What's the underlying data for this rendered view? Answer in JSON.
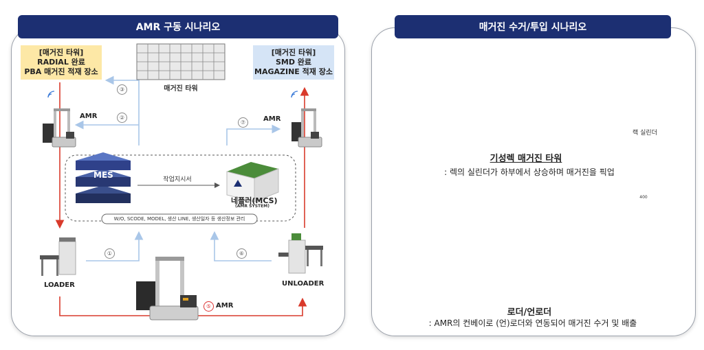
{
  "left_panel": {
    "title": "AMR 구동 시나리오",
    "note_left": {
      "lines": [
        "[매거진 타워]",
        "RADIAL 완료",
        "PBA 매거진 적재 장소"
      ]
    },
    "note_right": {
      "lines": [
        "[매거진 타워]",
        "SMD 완료",
        "MAGAZINE 적재 장소"
      ]
    },
    "tower_label": "매거진 타워",
    "amr_left": "AMR",
    "amr_right": "AMR",
    "amr_bottom": "AMR",
    "loader": "LOADER",
    "unloader": "UNLOADER",
    "mes": "MES",
    "mcs_title": "네플러(MCS)",
    "mcs_sub": "(AMR SYSTEM)",
    "instruction": "작업지시서",
    "info_bar": "W/O, SCODE, MODEL, 생산 LINE, 생산일자 등 생산정보 관리",
    "steps": [
      "①",
      "②",
      "③",
      "⑤",
      "⑥",
      "⑦"
    ]
  },
  "right_panel": {
    "title": "매거진 수거/투입 시나리오",
    "cylinder_caption": "랙 실린더",
    "tower_title": "기성렉 매거진 타워",
    "tower_desc": ": 렉의 실린더가 하부에서 상승하며 매거진을 픽업",
    "loader_title": "로더/언로더",
    "loader_desc": ": AMR의 컨베이로 (언)로더와 연동되어 매거진 수거 및 배출",
    "dim_label": "400"
  },
  "colors": {
    "header": "#1c2f72",
    "flow_red": "#d93a2b",
    "flow_blue": "#a9c6e8",
    "note_yellow": "#fde8a6",
    "note_blue": "#d5e4f6"
  }
}
